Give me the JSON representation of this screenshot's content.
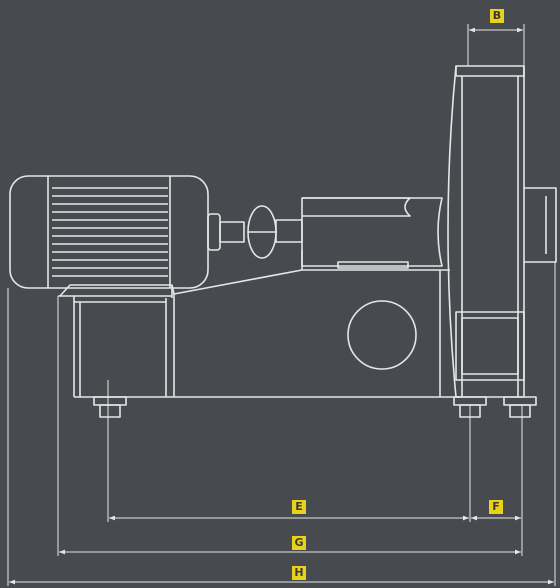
{
  "dimension_labels": {
    "b": "B",
    "e": "E",
    "f": "F",
    "g": "G",
    "h": "H"
  },
  "colors": {
    "background": "#474b4f",
    "linework": "#e6e6e6",
    "label_fill": "#e8d21a",
    "label_text": "#3a3a3a"
  }
}
